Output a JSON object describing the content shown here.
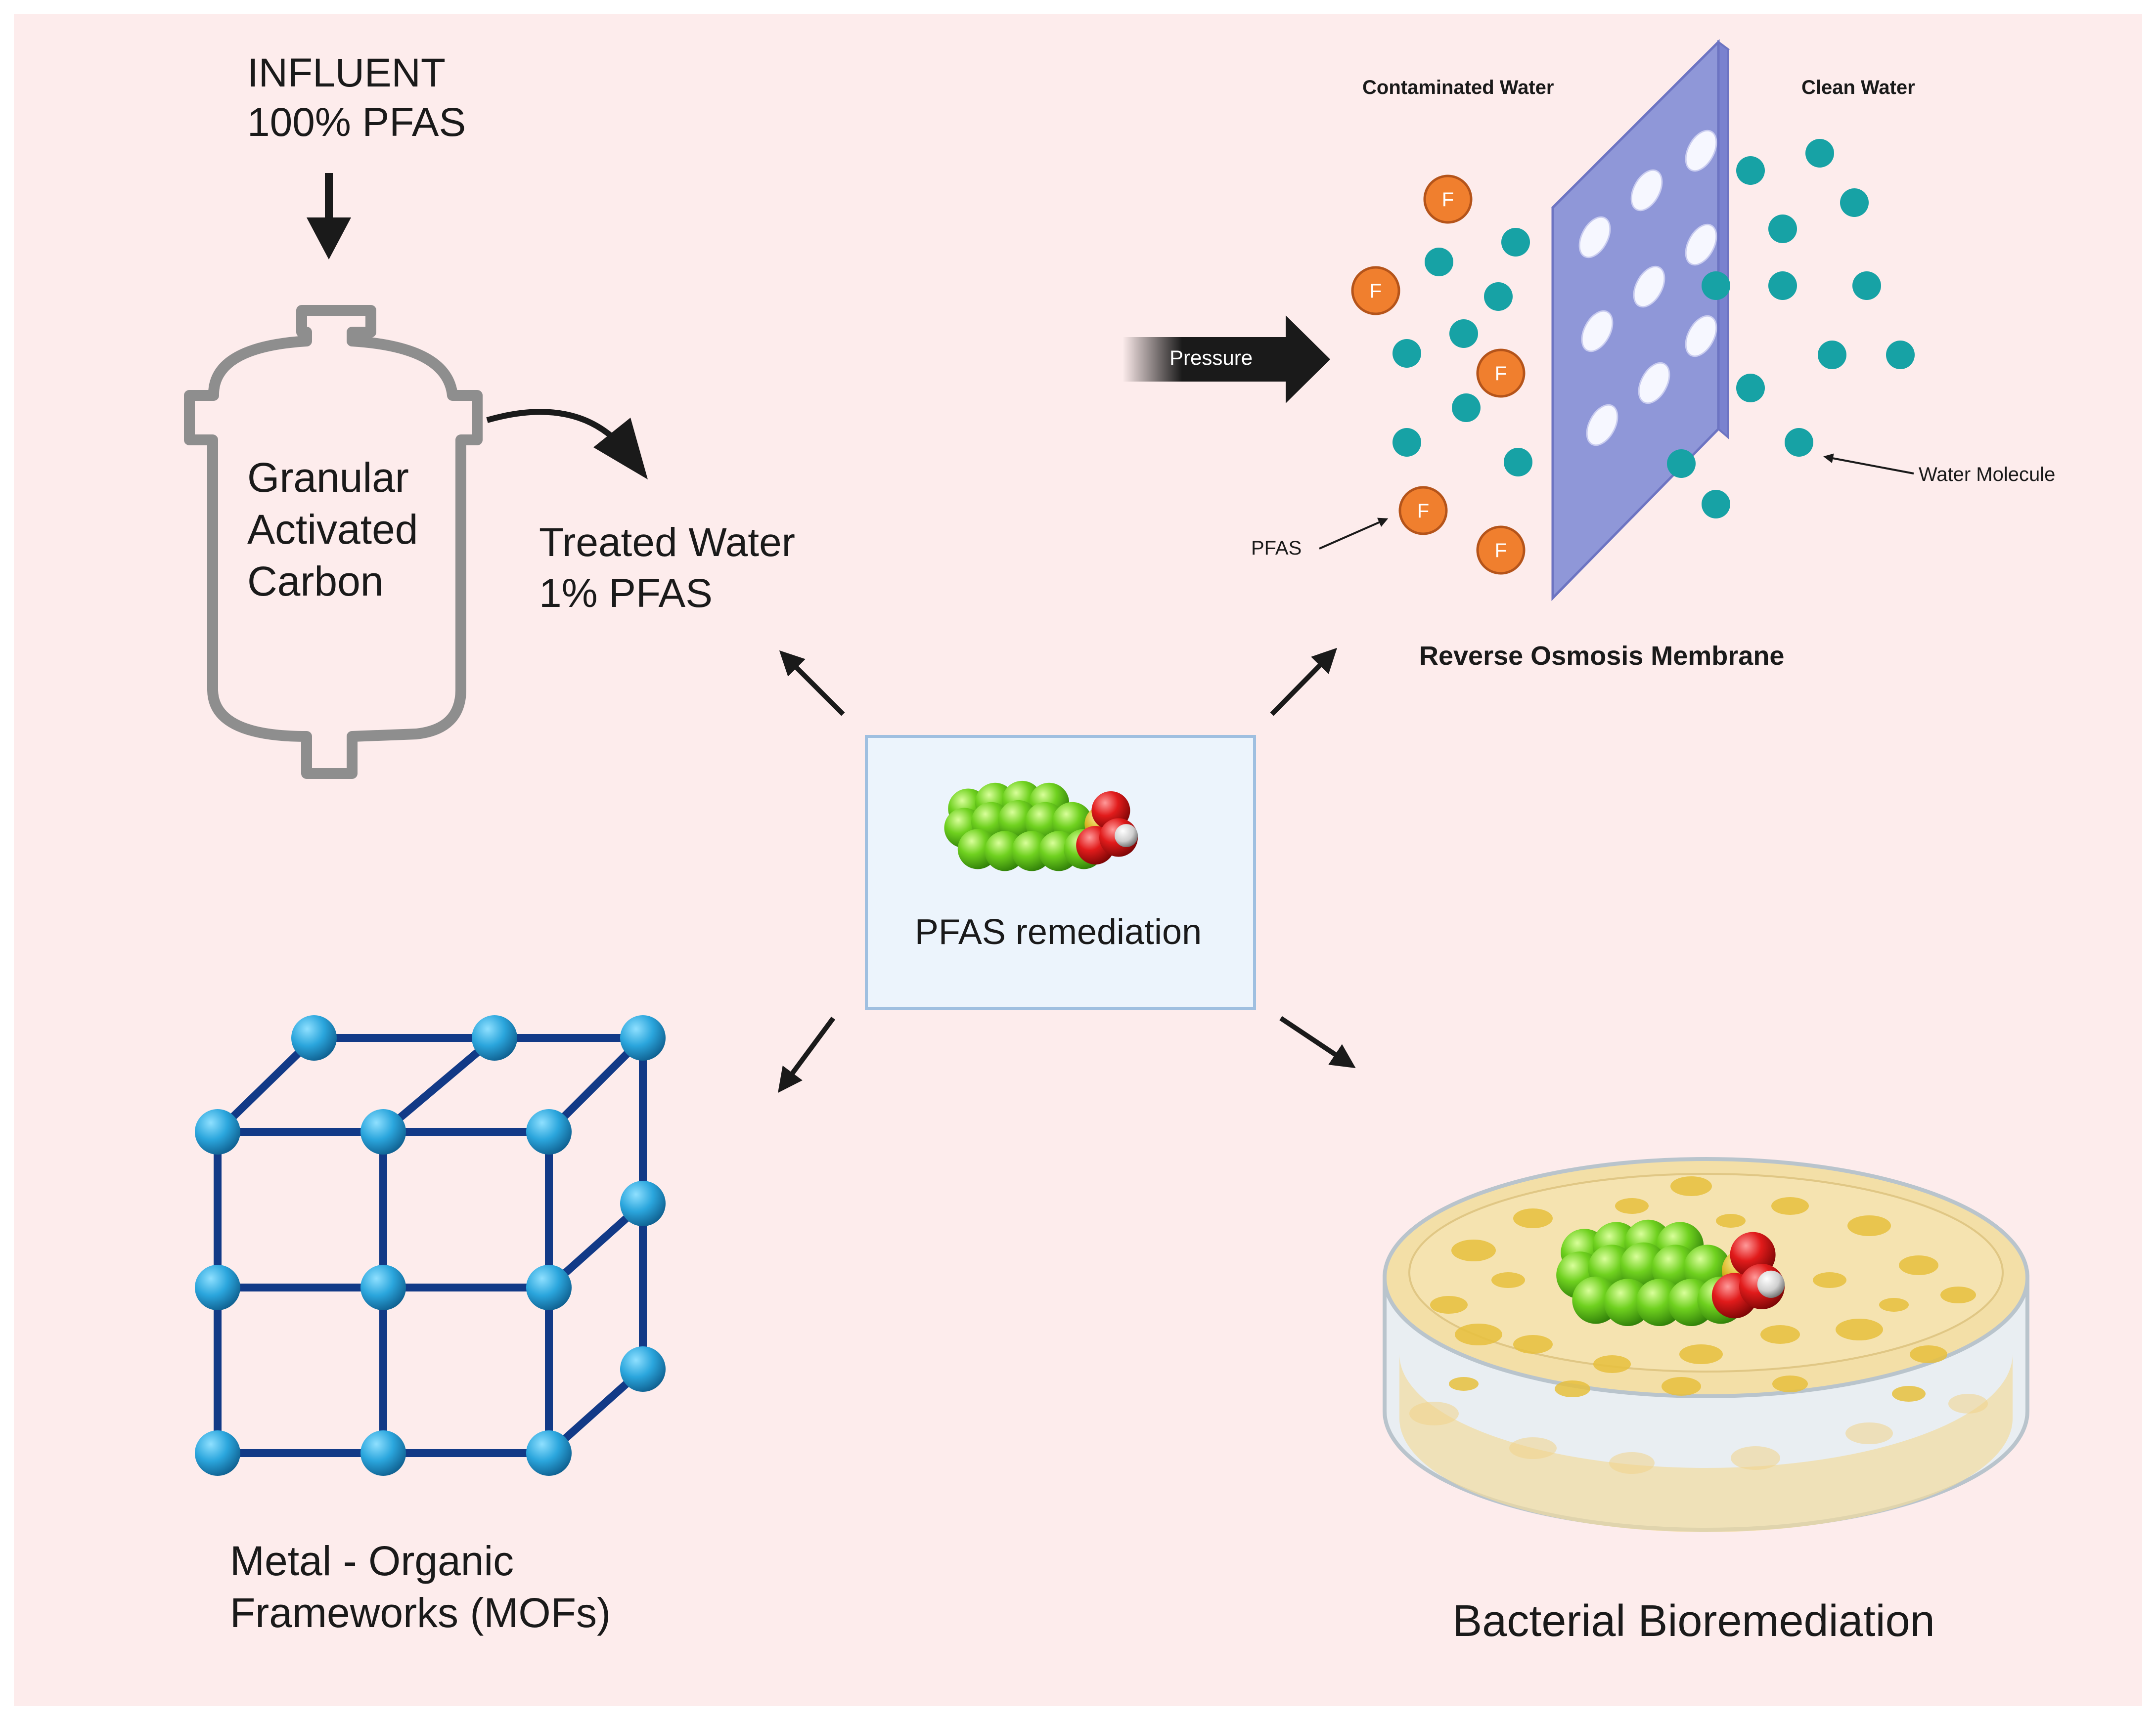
{
  "colors": {
    "background": "#fdecec",
    "vessel_outline": "#8e8e8e",
    "membrane_face": "#8f97d8",
    "membrane_edge": "#6d74c2",
    "pfas_particle": "#f07f2e",
    "water_molecule": "#17a2a5",
    "mof_node": "#2ba6dd",
    "mof_bond": "#123a87",
    "molecule_carbon": "#6fd11f",
    "molecule_oxygen": "#e11b1b",
    "molecule_sulfur": "#d8b623",
    "petri_agar": "#f3dfa7",
    "colony": "#e6bf3d",
    "center_box_fill": "#ecf4fc",
    "center_box_border": "#9fbfe0"
  },
  "gac": {
    "influent_line1": "INFLUENT",
    "influent_line2": "100% PFAS",
    "vessel_label_line1": "Granular",
    "vessel_label_line2": "Activated",
    "vessel_label_line3": "Carbon",
    "treated_line1": "Treated Water",
    "treated_line2": "1% PFAS"
  },
  "ro": {
    "contaminated_label": "Contaminated Water",
    "clean_label": "Clean Water",
    "pressure_label": "Pressure",
    "pfas_label": "PFAS",
    "water_label": "Water Molecule",
    "pfas_symbol": "F",
    "title": "Reverse Osmosis Membrane"
  },
  "center": {
    "label": "PFAS remediation"
  },
  "mof": {
    "label_line1": "Metal - Organic",
    "label_line2": "Frameworks (MOFs)"
  },
  "bio": {
    "label": "Bacterial Bioremediation"
  }
}
